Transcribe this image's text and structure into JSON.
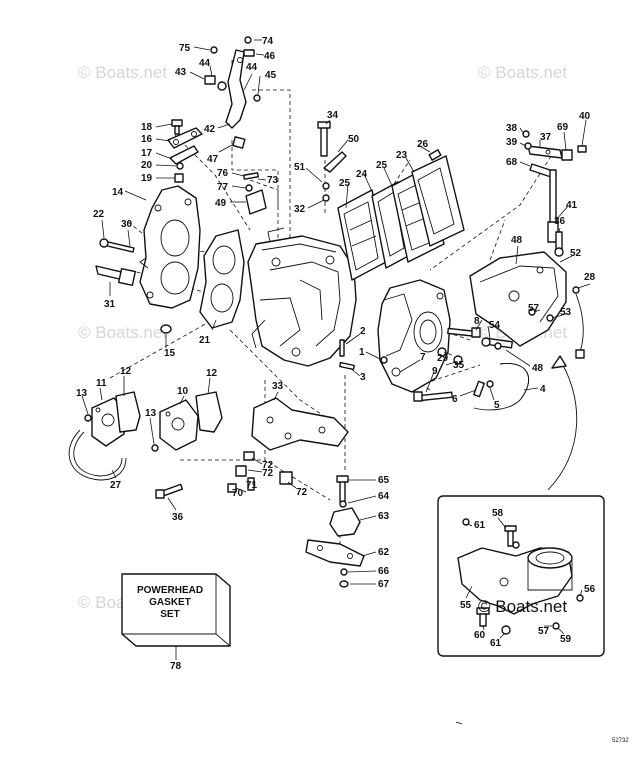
{
  "watermark": {
    "text": "© Boats.net",
    "inset_text": "© Boats.net"
  },
  "gasket_set": {
    "lines": [
      "POWERHEAD",
      "GASKET",
      "SET"
    ],
    "callout": "78"
  },
  "serial": "52732",
  "callouts": [
    "74",
    "75",
    "46",
    "44",
    "43",
    "45",
    "44",
    "42",
    "18",
    "16",
    "17",
    "20",
    "19",
    "47",
    "76",
    "77",
    "73",
    "49",
    "14",
    "22",
    "30",
    "31",
    "15",
    "21",
    "34",
    "50",
    "51",
    "32",
    "26",
    "23",
    "25",
    "24",
    "25",
    "40",
    "38",
    "37",
    "69",
    "39",
    "68",
    "41",
    "36",
    "48",
    "52",
    "28",
    "57",
    "53",
    "54",
    "8",
    "29",
    "35",
    "9",
    "6",
    "5",
    "4",
    "48",
    "2",
    "3",
    "1",
    "7",
    "13",
    "11",
    "12",
    "13",
    "10",
    "12",
    "27",
    "33",
    "72",
    "72",
    "71",
    "70",
    "72",
    "36",
    "65",
    "64",
    "63",
    "62",
    "66",
    "67",
    "58",
    "61",
    "56",
    "55",
    "57",
    "60",
    "61",
    "59"
  ]
}
